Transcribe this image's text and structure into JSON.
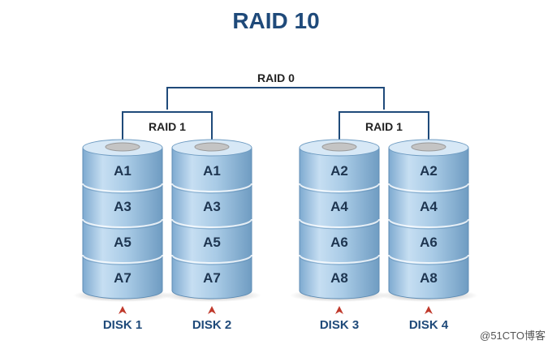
{
  "title": "RAID 10",
  "top_label": "RAID 0",
  "groups": [
    {
      "label": "RAID 1"
    },
    {
      "label": "RAID 1"
    }
  ],
  "disks": [
    {
      "label": "DISK 1",
      "blocks": [
        "A1",
        "A3",
        "A5",
        "A7"
      ]
    },
    {
      "label": "DISK 2",
      "blocks": [
        "A1",
        "A3",
        "A5",
        "A7"
      ]
    },
    {
      "label": "DISK 3",
      "blocks": [
        "A2",
        "A4",
        "A6",
        "A8"
      ]
    },
    {
      "label": "DISK 4",
      "blocks": [
        "A2",
        "A4",
        "A6",
        "A8"
      ]
    }
  ],
  "watermark": "@51CTO博客",
  "colors": {
    "title": "#1f4a7a",
    "disk_fill": "#a9cbe6",
    "disk_edge": "#6f9cc2",
    "connector": "#1f4a7a",
    "arrow": "#c0392b"
  }
}
